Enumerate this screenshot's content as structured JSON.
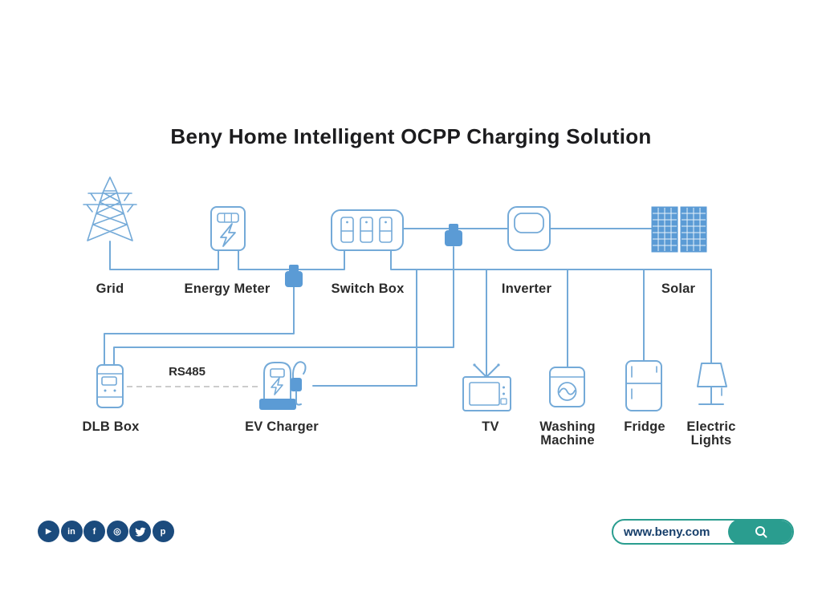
{
  "title": "Beny Home Intelligent OCPP Charging Solution",
  "diagram": {
    "nodes": {
      "grid": {
        "label": "Grid"
      },
      "energy_meter": {
        "label": "Energy Meter"
      },
      "switch_box": {
        "label": "Switch Box"
      },
      "inverter": {
        "label": "Inverter"
      },
      "solar": {
        "label": "Solar"
      },
      "dlb_box": {
        "label": "DLB Box"
      },
      "ev_charger": {
        "label": "EV Charger"
      },
      "tv": {
        "label": "TV"
      },
      "washing_machine": {
        "label": "Washing Machine"
      },
      "fridge": {
        "label": "Fridge"
      },
      "electric_lights": {
        "label": "Electric Lights"
      }
    },
    "links": {
      "rs485_label": "RS485"
    }
  },
  "footer": {
    "website_url": "www.beny.com",
    "social": [
      {
        "name": "youtube",
        "glyph": "▶"
      },
      {
        "name": "linkedin",
        "glyph": "in"
      },
      {
        "name": "facebook",
        "glyph": "f"
      },
      {
        "name": "instagram",
        "glyph": "◎"
      },
      {
        "name": "twitter"
      },
      {
        "name": "pinterest",
        "glyph": "p"
      }
    ]
  },
  "colors": {
    "wire_blue": "#74AAD8",
    "fill_blue": "#5B9BD5",
    "navy": "#1B4B7D",
    "teal": "#2A9D8F",
    "title_text": "#1C1C1E",
    "label_text": "#2B2B2B",
    "dashed_gray": "#BBBBBB"
  }
}
